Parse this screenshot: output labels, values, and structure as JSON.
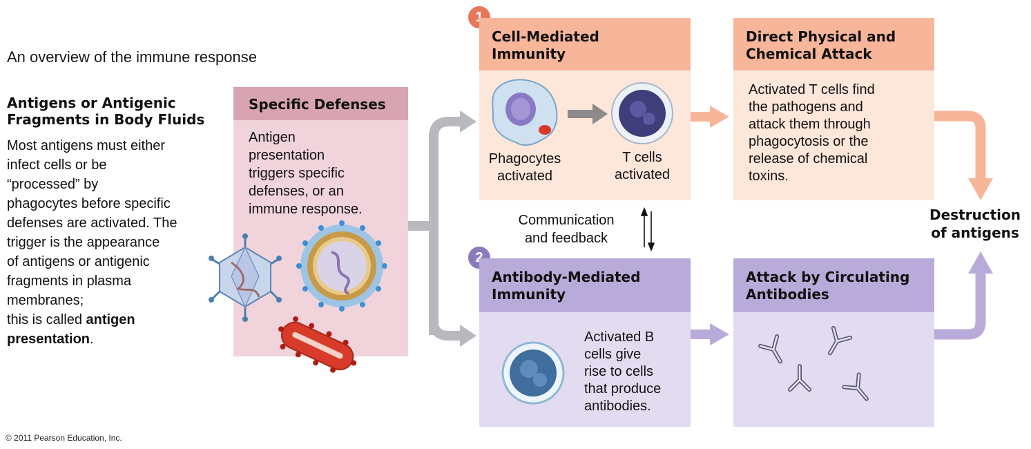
{
  "title": "An overview of the immune response",
  "left_panel": {
    "heading_line1": "Antigens or Antigenic",
    "heading_line2": "Fragments in Body Fluids",
    "body_lines": [
      "Most antigens must either",
      "infect cells or be",
      "“processed” by",
      "phagocytes before specific",
      "defenses are activated. The",
      "trigger is the appearance",
      "of antigens or antigenic",
      "fragments in plasma",
      "membranes;"
    ],
    "last_prefix": "this is called ",
    "last_bold1": "antigen",
    "last_bold2": "presentation",
    "last_period": "."
  },
  "specific_defenses": {
    "heading": "Specific Defenses",
    "body_lines": [
      "Antigen",
      "presentation",
      "triggers specific",
      "defenses, or an",
      "immune response."
    ]
  },
  "cell_mediated": {
    "number": "1",
    "heading_line1": "Cell-Mediated",
    "heading_line2": "Immunity",
    "phagocytes_line1": "Phagocytes",
    "phagocytes_line2": "activated",
    "tcells_line1": "T cells",
    "tcells_line2": "activated"
  },
  "direct_attack": {
    "heading_line1": "Direct Physical and",
    "heading_line2": "Chemical Attack",
    "body_lines": [
      "Activated T cells find",
      "the pathogens and",
      "attack them through",
      "phagocytosis or the",
      "release of chemical",
      "toxins."
    ]
  },
  "communication": {
    "line1": "Communication",
    "line2": "and feedback"
  },
  "antibody_mediated": {
    "number": "2",
    "heading_line1": "Antibody-Mediated",
    "heading_line2": "Immunity",
    "body_lines": [
      "Activated B",
      "cells give",
      "rise to cells",
      "that produce",
      "antibodies."
    ]
  },
  "circulating": {
    "heading_line1": "Attack by Circulating",
    "heading_line2": "Antibodies"
  },
  "destruction": {
    "line1": "Destruction",
    "line2": "of antigens"
  },
  "copyright": "© 2011 Pearson Education, Inc.",
  "colors": {
    "salmon_header": "#f7b59a",
    "salmon_body": "#fde6da",
    "lavender_header": "#b9abd9",
    "lavender_body": "#e3dcf0",
    "pink_header": "#d9a4b2",
    "pink_body": "#f0d3db",
    "grey_arrow": "#b7b9bf"
  }
}
